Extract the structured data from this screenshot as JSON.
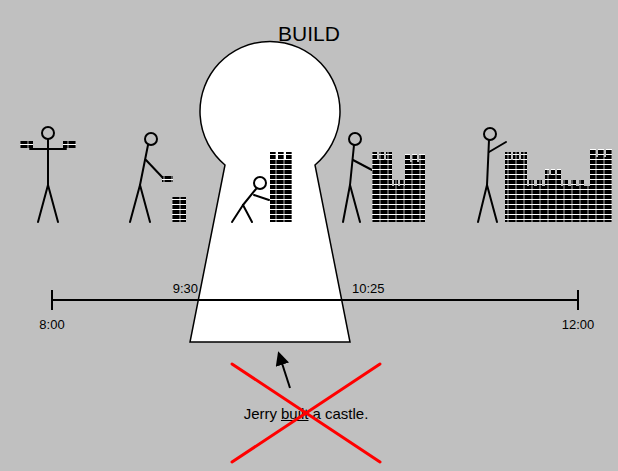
{
  "diagram": {
    "title": "BUILD",
    "labels": [
      "9:30",
      "10:25",
      "8:00",
      "12:00",
      "Jerry",
      "built",
      "a castle."
    ]
  }
}
